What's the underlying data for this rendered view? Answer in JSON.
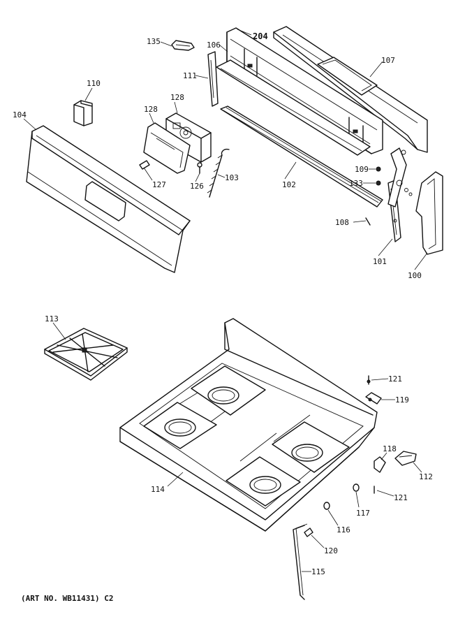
{
  "caption": "(ART NO. WB11431) C2",
  "parts": [
    {
      "key": "p135",
      "label": "135"
    },
    {
      "key": "p106",
      "label": "106"
    },
    {
      "key": "p204",
      "label": "204"
    },
    {
      "key": "p107",
      "label": "107"
    },
    {
      "key": "p111",
      "label": "111"
    },
    {
      "key": "p110",
      "label": "110"
    },
    {
      "key": "p128a",
      "label": "128"
    },
    {
      "key": "p128b",
      "label": "128"
    },
    {
      "key": "p104",
      "label": "104"
    },
    {
      "key": "p127",
      "label": "127"
    },
    {
      "key": "p126",
      "label": "126"
    },
    {
      "key": "p103",
      "label": "103"
    },
    {
      "key": "p102",
      "label": "102"
    },
    {
      "key": "p109",
      "label": "109"
    },
    {
      "key": "p133",
      "label": "133"
    },
    {
      "key": "p108",
      "label": "108"
    },
    {
      "key": "p101",
      "label": "101"
    },
    {
      "key": "p100",
      "label": "100"
    },
    {
      "key": "p113",
      "label": "113"
    },
    {
      "key": "p121a",
      "label": "121"
    },
    {
      "key": "p119",
      "label": "119"
    },
    {
      "key": "p118",
      "label": "118"
    },
    {
      "key": "p112",
      "label": "112"
    },
    {
      "key": "p121b",
      "label": "121"
    },
    {
      "key": "p114",
      "label": "114"
    },
    {
      "key": "p117",
      "label": "117"
    },
    {
      "key": "p116",
      "label": "116"
    },
    {
      "key": "p120",
      "label": "120"
    },
    {
      "key": "p115",
      "label": "115"
    }
  ]
}
